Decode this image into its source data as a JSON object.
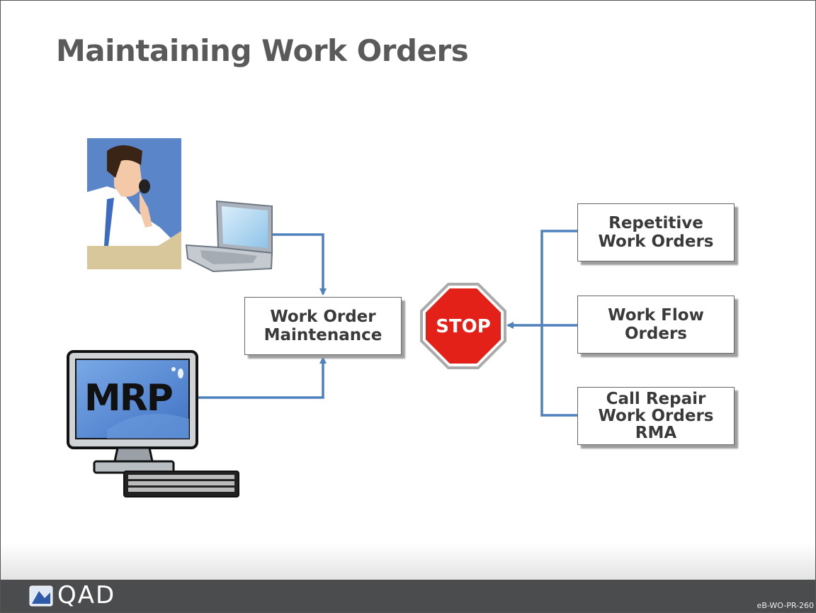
{
  "slide": {
    "title": "Maintaining Work Orders"
  },
  "diagram": {
    "center_box": "Work Order\nMaintenance",
    "stop_sign": "STOP",
    "monitor_screen": "MRP",
    "right_boxes": [
      "Repetitive\nWork Orders",
      "Work Flow\nOrders",
      "Call Repair\nWork Orders\nRMA"
    ],
    "icons": {
      "person": "businessman-on-phone-icon",
      "laptop": "laptop-icon",
      "computer": "desktop-computer-icon",
      "stop": "stop-sign-icon"
    },
    "colors": {
      "connector": "#4f81bd",
      "stop_red": "#e32119",
      "screen_blue": "#5b8fd8"
    }
  },
  "footer": {
    "logo_text": "QAD",
    "code": "eB-WO-PR-260"
  }
}
